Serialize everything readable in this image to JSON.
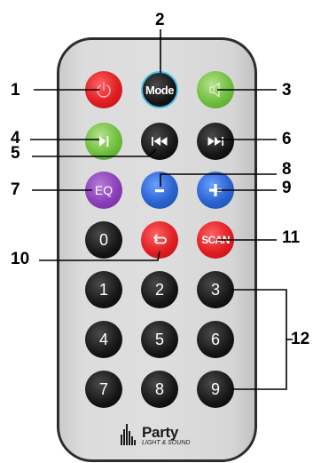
{
  "buttons": {
    "power": {
      "icon": "power-icon",
      "color": "#e01e23"
    },
    "mode": {
      "label": "Mode",
      "color": "#151515",
      "ring": "#48c2ec"
    },
    "mute": {
      "icon": "speaker-mute-icon",
      "color": "#6fbe3e"
    },
    "play_pause": {
      "icon": "play-pause-icon",
      "color": "#6fbe3e"
    },
    "prev": {
      "icon": "previous-track-icon",
      "color": "#151515"
    },
    "next": {
      "icon": "next-track-icon",
      "color": "#151515"
    },
    "eq": {
      "label": "EQ",
      "color": "#8a3fb7"
    },
    "vol_down": {
      "icon": "minus-icon",
      "color": "#2a62cf"
    },
    "vol_up": {
      "icon": "plus-icon",
      "color": "#2a62cf"
    },
    "zero": {
      "label": "0",
      "color": "#151515"
    },
    "repeat": {
      "icon": "repeat-icon",
      "color": "#e01e23"
    },
    "scan": {
      "label": "SCAN",
      "color": "#e01e23"
    },
    "digits": [
      "1",
      "2",
      "3",
      "4",
      "5",
      "6",
      "7",
      "8",
      "9"
    ]
  },
  "callouts": [
    "1",
    "2",
    "3",
    "4",
    "5",
    "6",
    "7",
    "8",
    "9",
    "10",
    "11",
    "12"
  ],
  "brand": {
    "name": "Party",
    "tagline": "LIGHT & SOUND"
  }
}
